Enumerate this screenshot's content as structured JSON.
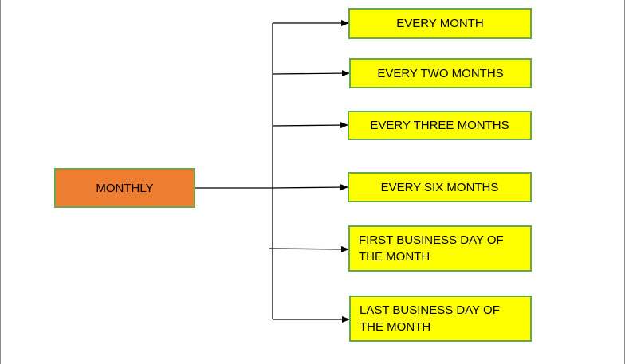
{
  "diagram": {
    "root": {
      "label": "MONTHLY",
      "color": "#ed7d31"
    },
    "options": [
      {
        "label": "EVERY MONTH"
      },
      {
        "label": "EVERY TWO MONTHS"
      },
      {
        "label": "EVERY THREE MONTHS"
      },
      {
        "label": "EVERY SIX MONTHS"
      },
      {
        "label": "FIRST BUSINESS DAY OF THE MONTH"
      },
      {
        "label": "LAST BUSINESS DAY OF THE MONTH"
      }
    ],
    "option_color": "#ffff00",
    "border_color": "#6aa84f",
    "connector_color": "#000000"
  }
}
